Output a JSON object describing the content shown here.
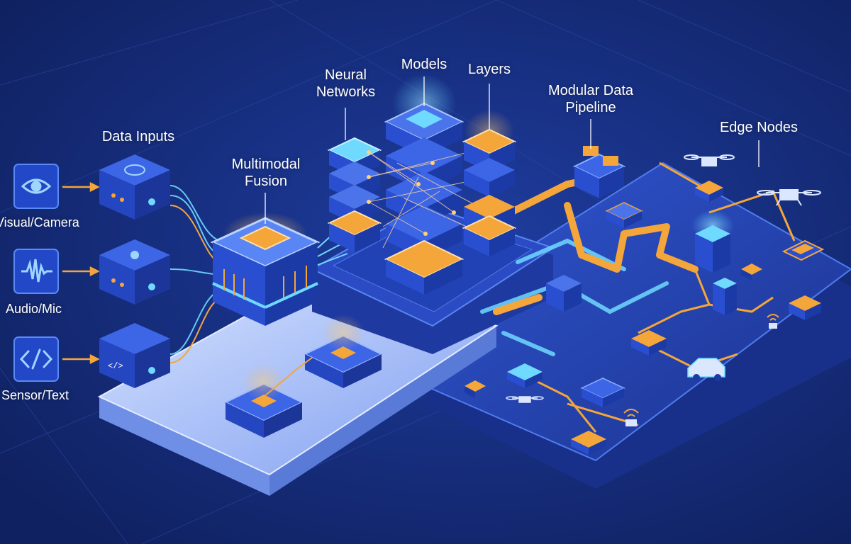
{
  "labels": {
    "data_inputs": "Data Inputs",
    "multimodal_fusion": "Multimodal\nFusion",
    "neural_networks": "Neural\nNetworks",
    "models": "Models",
    "layers": "Layers",
    "modular_data_pipeline": "Modular Data\nPipeline",
    "edge_nodes": "Edge Nodes"
  },
  "inputs": [
    {
      "label": "Visual/Camera",
      "icon": "eye-icon"
    },
    {
      "label": "Audio/Mic",
      "icon": "waveform-icon"
    },
    {
      "label": "Sensor/Text",
      "icon": "code-icon"
    }
  ],
  "colors": {
    "background": "#142a78",
    "platform_light": "#b9cdf6",
    "platform_dark": "#2747b8",
    "accent_orange": "#f4a63a",
    "accent_cyan": "#6fd9ff",
    "icon_box": "#2a4bd0"
  }
}
